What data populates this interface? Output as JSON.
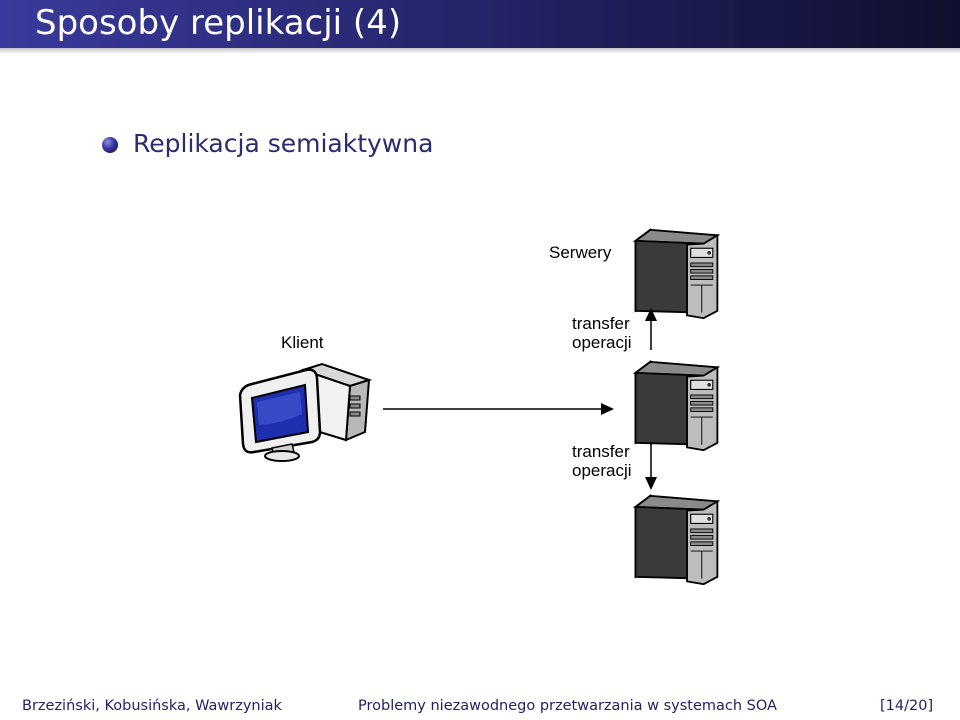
{
  "slide": {
    "title": "Sposoby replikacji (4)"
  },
  "bullets": [
    {
      "text": "Replikacja semiaktywna"
    }
  ],
  "diagram": {
    "label_servers": "Serwery",
    "label_client": "Klient",
    "transfer_top": [
      "transfer",
      "operacji"
    ],
    "transfer_bottom": [
      "transfer",
      "operacji"
    ],
    "icons": [
      "client-computer-icon",
      "server-icon",
      "server-icon",
      "server-icon"
    ]
  },
  "footer": {
    "authors": "Brzeziński, Kobusińska, Wawrzyniak",
    "course": "Problemy niezawodnego przetwarzania w systemach SOA",
    "page": "[14/20]"
  }
}
